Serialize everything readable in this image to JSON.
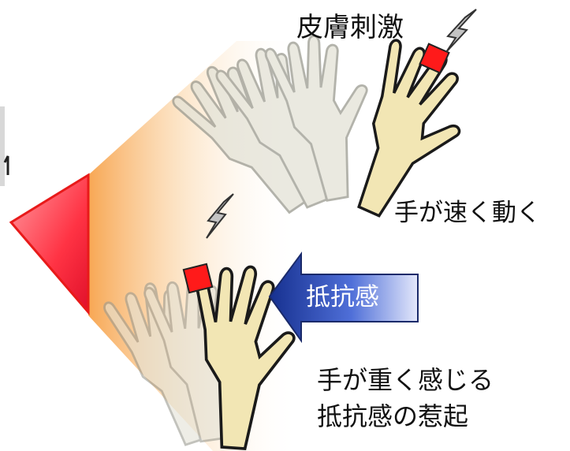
{
  "labels": {
    "skin_stimulus": "皮膚刺激",
    "hand_moves_fast": "手が速く動く",
    "resistance": "抵抗感",
    "hand_feels_heavy": "手が重く感じる",
    "resistance_evoked": "抵抗感の惹起"
  },
  "colors": {
    "beam": "#f7b56a",
    "prism_fill": "#ff4a5a",
    "prism_stroke": "#e81a1a",
    "hand_skin": "#f2e6b4",
    "hand_outline": "#1a1a1a",
    "ghost_hand": "#d9d8cc",
    "stimulus_pad": "#ff1a1a",
    "arrow_fill": "#2c4fbf",
    "lightning": "#b8b8b8"
  },
  "icons": [
    "lightning-icon",
    "stimulus-marker",
    "hand-icon",
    "arrow-icon"
  ]
}
